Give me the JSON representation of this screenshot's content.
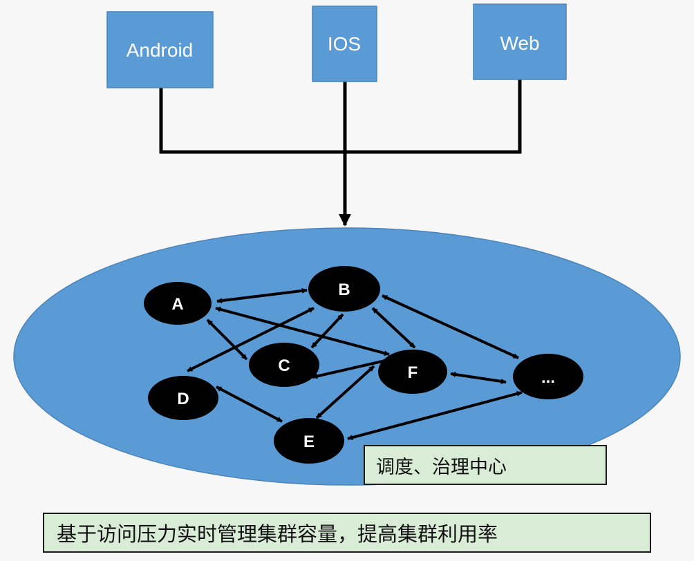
{
  "clients": [
    {
      "id": "android",
      "label": "Android"
    },
    {
      "id": "ios",
      "label": "IOS"
    },
    {
      "id": "web",
      "label": "Web"
    }
  ],
  "nodes": [
    {
      "id": "a",
      "label": "A"
    },
    {
      "id": "b",
      "label": "B"
    },
    {
      "id": "c",
      "label": "C"
    },
    {
      "id": "d",
      "label": "D"
    },
    {
      "id": "e",
      "label": "E"
    },
    {
      "id": "f",
      "label": "F"
    },
    {
      "id": "more",
      "label": "..."
    }
  ],
  "center_caption": "调度、治理中心",
  "bottom_caption": "基于访问压力实时管理集群容量，提高集群利用率",
  "colors": {
    "client_fill": "#5b9bd5",
    "cluster_fill": "#5b9bd5",
    "node_fill": "#000000",
    "connector": "#000000",
    "caption_fill": "#d9ecd6"
  }
}
